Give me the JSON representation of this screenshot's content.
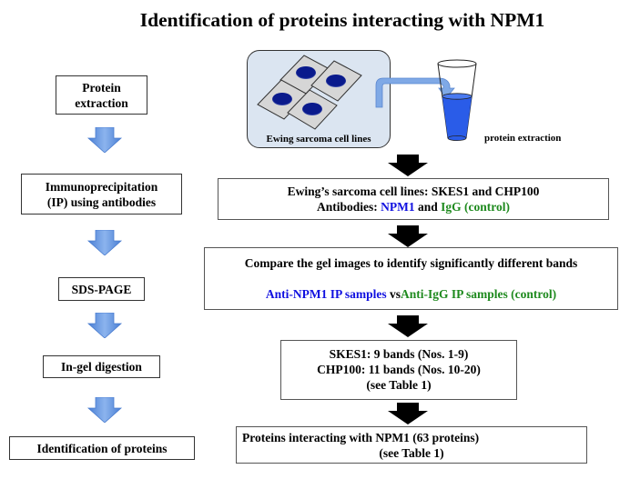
{
  "title": "Identification of proteins interacting with NPM1",
  "left_steps": [
    {
      "lines": [
        "Protein",
        "extraction"
      ]
    },
    {
      "lines": [
        "Immunoprecipitation",
        "(IP) using antibodies"
      ]
    },
    {
      "lines": [
        "SDS-PAGE"
      ]
    },
    {
      "lines": [
        "In-gel digestion"
      ]
    },
    {
      "lines": [
        "Identification of proteins"
      ]
    }
  ],
  "illustration": {
    "cell_caption": "Ewing sarcoma cell lines",
    "extraction_caption": "protein extraction"
  },
  "right_steps": {
    "step1": {
      "line1": "Ewing’s sarcoma cell lines: SKES1 and CHP100",
      "line2_prefix": "Antibodies: ",
      "line2_npm1": "NPM1",
      "line2_and": " and ",
      "line2_igg": "IgG (control)"
    },
    "step2": {
      "line1": "Compare the gel images to identify significantly different bands",
      "line2_npm1": "Anti-NPM1 IP samples",
      "line2_vs": " vs",
      "line2_igg": "Anti-IgG IP samples (control)"
    },
    "step3": {
      "lines": [
        "SKES1: 9 bands (Nos. 1-9)",
        "CHP100: 11 bands (Nos. 10-20)",
        "(see Table 1)"
      ]
    },
    "step4": {
      "lines": [
        "Proteins interacting with NPM1 (63 proteins)",
        "(see Table 1)"
      ]
    }
  },
  "colors": {
    "npm1_text": "#1010e0",
    "igg_text": "#1e8a1e",
    "flow_arrow": "#5b8fdc",
    "cell_nucleus": "#0a1a8c",
    "tube_liquid": "#2a5ce8",
    "panel_bg": "#dbe5f1"
  }
}
